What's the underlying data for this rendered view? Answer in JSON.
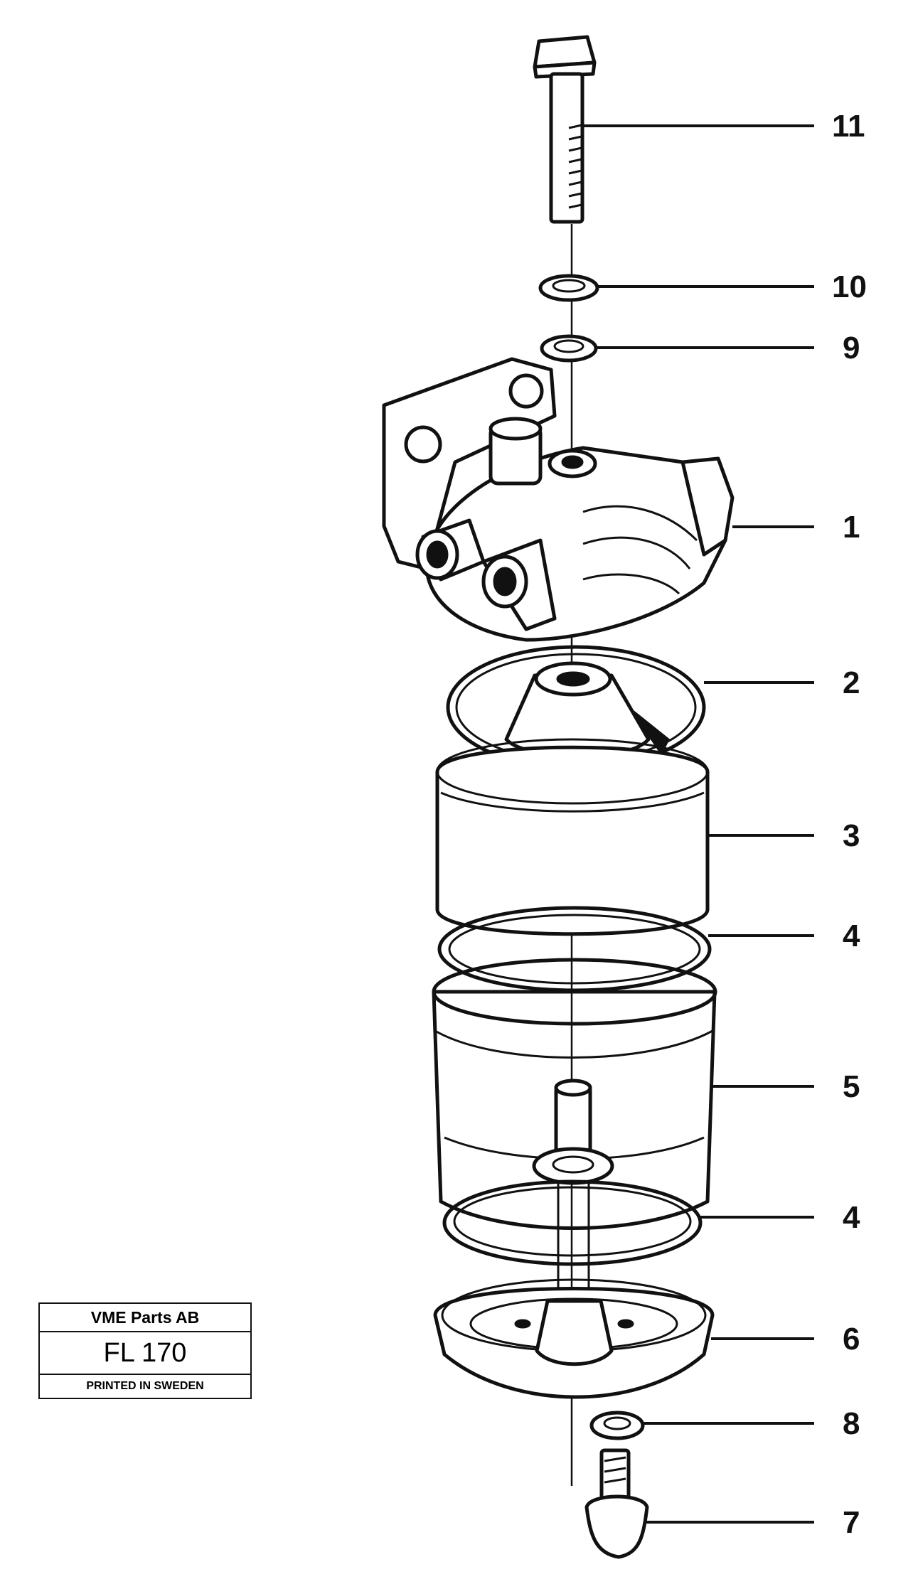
{
  "title_block": {
    "company": "VME Parts AB",
    "code": "FL 170",
    "printed": "PRINTED IN SWEDEN"
  },
  "callouts": [
    {
      "id": "11",
      "label": "11",
      "part": "bolt"
    },
    {
      "id": "10",
      "label": "10",
      "part": "washer"
    },
    {
      "id": "9",
      "label": "9",
      "part": "seal ring"
    },
    {
      "id": "1",
      "label": "1",
      "part": "filter head"
    },
    {
      "id": "2",
      "label": "2",
      "part": "sealing ring"
    },
    {
      "id": "3",
      "label": "3",
      "part": "filter element"
    },
    {
      "id": "4a",
      "label": "4",
      "part": "sealing ring"
    },
    {
      "id": "5",
      "label": "5",
      "part": "bowl"
    },
    {
      "id": "4b",
      "label": "4",
      "part": "sealing ring"
    },
    {
      "id": "6",
      "label": "6",
      "part": "base"
    },
    {
      "id": "8",
      "label": "8",
      "part": "washer"
    },
    {
      "id": "7",
      "label": "7",
      "part": "drain plug"
    }
  ]
}
